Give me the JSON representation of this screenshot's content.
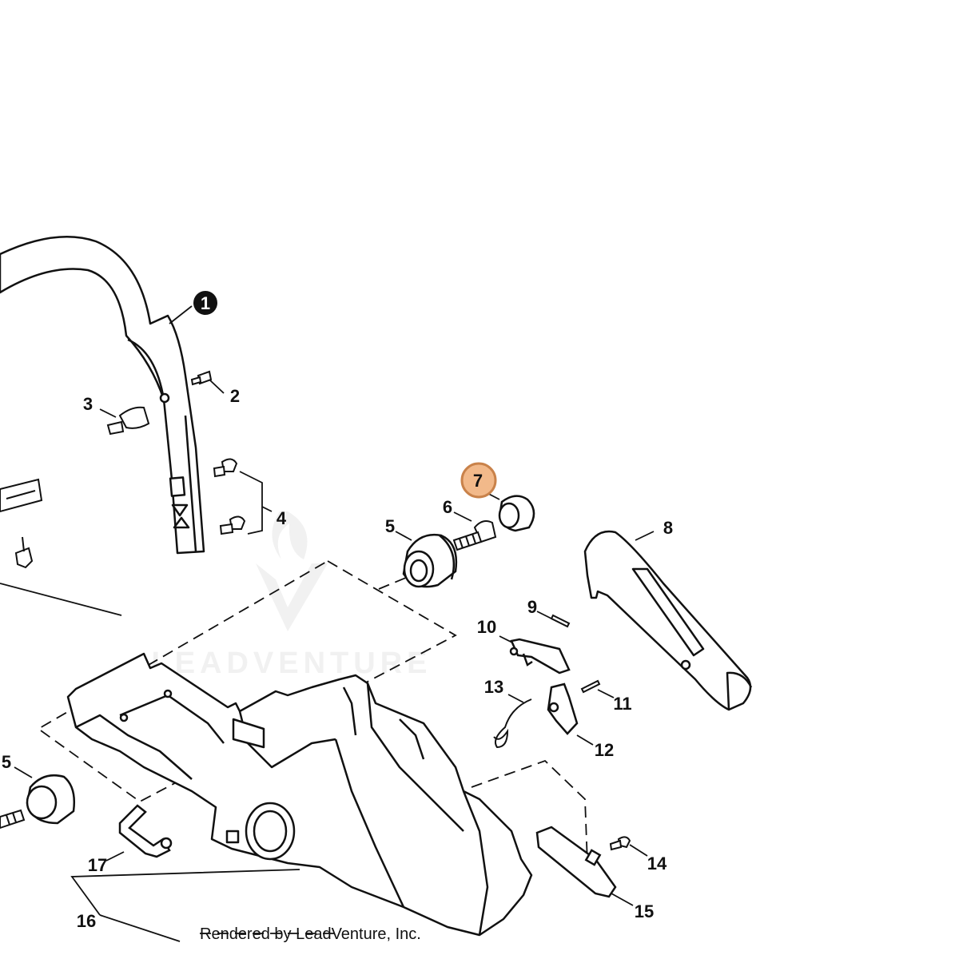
{
  "diagram": {
    "callouts": [
      {
        "id": "1",
        "style": "badge-dark"
      },
      {
        "id": "2",
        "style": "plain"
      },
      {
        "id": "3",
        "style": "plain"
      },
      {
        "id": "4",
        "style": "plain"
      },
      {
        "id": "5",
        "style": "plain"
      },
      {
        "id": "5",
        "style": "plain"
      },
      {
        "id": "6",
        "style": "plain"
      },
      {
        "id": "7",
        "style": "badge-highlight"
      },
      {
        "id": "8",
        "style": "plain"
      },
      {
        "id": "9",
        "style": "plain"
      },
      {
        "id": "10",
        "style": "plain"
      },
      {
        "id": "11",
        "style": "plain"
      },
      {
        "id": "12",
        "style": "plain"
      },
      {
        "id": "13",
        "style": "plain"
      },
      {
        "id": "14",
        "style": "plain"
      },
      {
        "id": "15",
        "style": "plain"
      },
      {
        "id": "16",
        "style": "plain"
      },
      {
        "id": "17",
        "style": "plain"
      }
    ],
    "watermark": "LEADVENTURE",
    "footer": "Rendered by LeadVenture, Inc."
  },
  "colors": {
    "line": "#111111",
    "highlight_fill": "#f2b98a",
    "highlight_stroke": "#c9824a",
    "watermark": "#e8e8e8"
  }
}
